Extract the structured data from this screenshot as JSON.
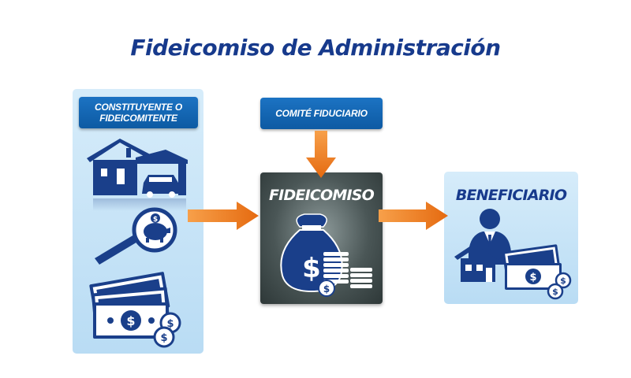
{
  "title": "Fideicomiso de Administración",
  "nodes": {
    "constituyente": {
      "label": "CONSTITUYENTE O FIDEICOMITENTE"
    },
    "comite": {
      "label": "COMITÉ FIDUCIARIO"
    },
    "fideicomiso": {
      "label": "FIDEICOMISO"
    },
    "beneficiario": {
      "label": "BENEFICIARIO"
    }
  },
  "edges": [
    {
      "from": "constituyente",
      "to": "fideicomiso"
    },
    {
      "from": "comite",
      "to": "fideicomiso"
    },
    {
      "from": "fideicomiso",
      "to": "beneficiario"
    }
  ],
  "icons": {
    "constituyente": [
      "house-with-car-icon",
      "magnifier-piggy-bank-icon",
      "cash-bills-icon"
    ],
    "fideicomiso": [
      "money-bag-icon",
      "coin-stacks-icon"
    ],
    "beneficiario": [
      "businessman-icon",
      "house-icon",
      "cash-bills-icon"
    ]
  },
  "colors": {
    "title": "#173a8c",
    "label_box": "#0d5aa3",
    "panel": "#c5e4f8",
    "center_box": "#4a5656",
    "arrow": "#f07a1c",
    "icon": "#1a3f8a"
  }
}
